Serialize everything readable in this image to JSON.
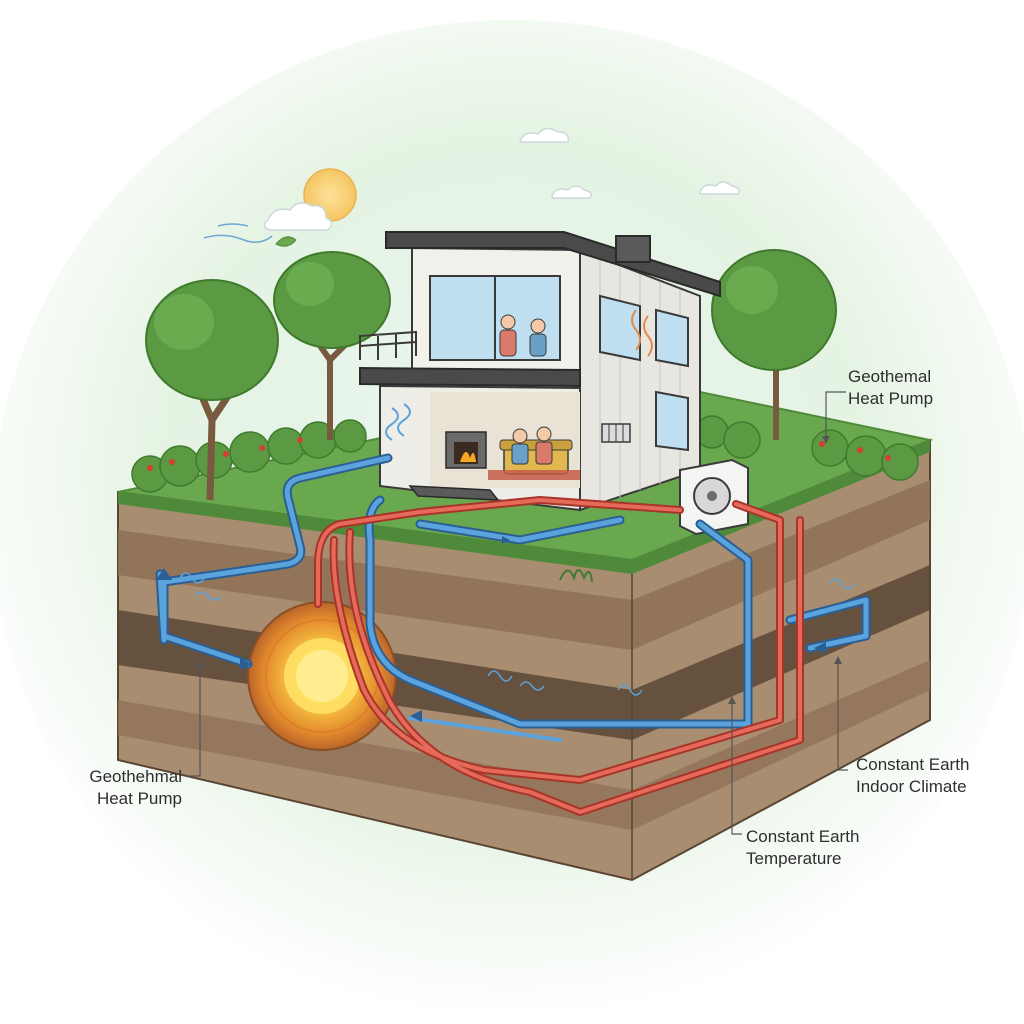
{
  "labels": {
    "top_right": {
      "line1": "Geothemal",
      "line2": "Heat Pump"
    },
    "bottom_left": {
      "line1": "Geothehmal",
      "line2": "Heat Pump"
    },
    "bottom_right": {
      "line1": "Constant Earth",
      "line2": "Indoor Climate"
    },
    "bottom_center": {
      "line1": "Constant Earth",
      "line2": "Temperature"
    }
  },
  "colors": {
    "sky": "#dff0ee",
    "glow": "#e3f4df",
    "sun": "#f6cf72",
    "grass": "#6aa84f",
    "grass_dark": "#4f8a3a",
    "soil_light": "#b49a7c",
    "soil_mid": "#8f7257",
    "soil_dark": "#5a4535",
    "cold_pipe": "#4a90d9",
    "hot_pipe": "#e0513f",
    "earth_core": "#f5b83a",
    "house_wall": "#f3f1ec",
    "house_roof": "#4a4a4a",
    "tree_leaf": "#5b9a43",
    "tree_trunk": "#7a5a3e",
    "callout_text": "#2e2e2e"
  },
  "icons": [
    "sun-icon",
    "cloud-icon",
    "fireplace-icon",
    "heat-pump-unit-icon",
    "radiator-icon",
    "leaf-icon"
  ]
}
